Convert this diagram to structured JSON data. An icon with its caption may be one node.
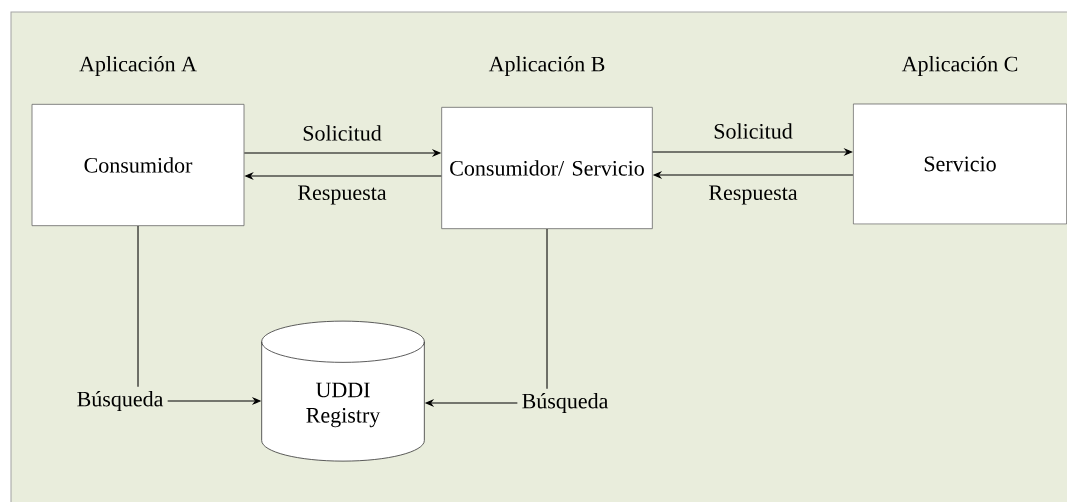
{
  "diagram": {
    "nodes": [
      {
        "text": [
          "Aplicación A",
          "Consumidor"
        ]
      },
      {
        "text": [
          "Aplicación B",
          "Consumidor/ Servicio"
        ]
      },
      {
        "text": [
          "Aplicación C",
          "Servicio"
        ]
      },
      {
        "text": [
          "UDDI Registry"
        ]
      },
      {
        "text": [
          "Búsqueda"
        ]
      },
      {
        "text": [
          "Búsqueda"
        ]
      }
    ],
    "edges": [
      {
        "from": 0,
        "to": 1,
        "arrow": "to",
        "label": "Solicitud"
      },
      {
        "from": 1,
        "to": 0,
        "arrow": "to",
        "label": "Respuesta"
      },
      {
        "from": 1,
        "to": 2,
        "arrow": "to",
        "label": "Solicitud"
      },
      {
        "from": 2,
        "to": 1,
        "arrow": "to",
        "label": "Respuesta"
      },
      {
        "from": 0,
        "to": 4,
        "arrow": "none"
      },
      {
        "from": 4,
        "to": 3,
        "arrow": "to"
      },
      {
        "from": 1,
        "to": 5,
        "arrow": "none"
      },
      {
        "from": 5,
        "to": 3,
        "arrow": "to"
      }
    ]
  }
}
